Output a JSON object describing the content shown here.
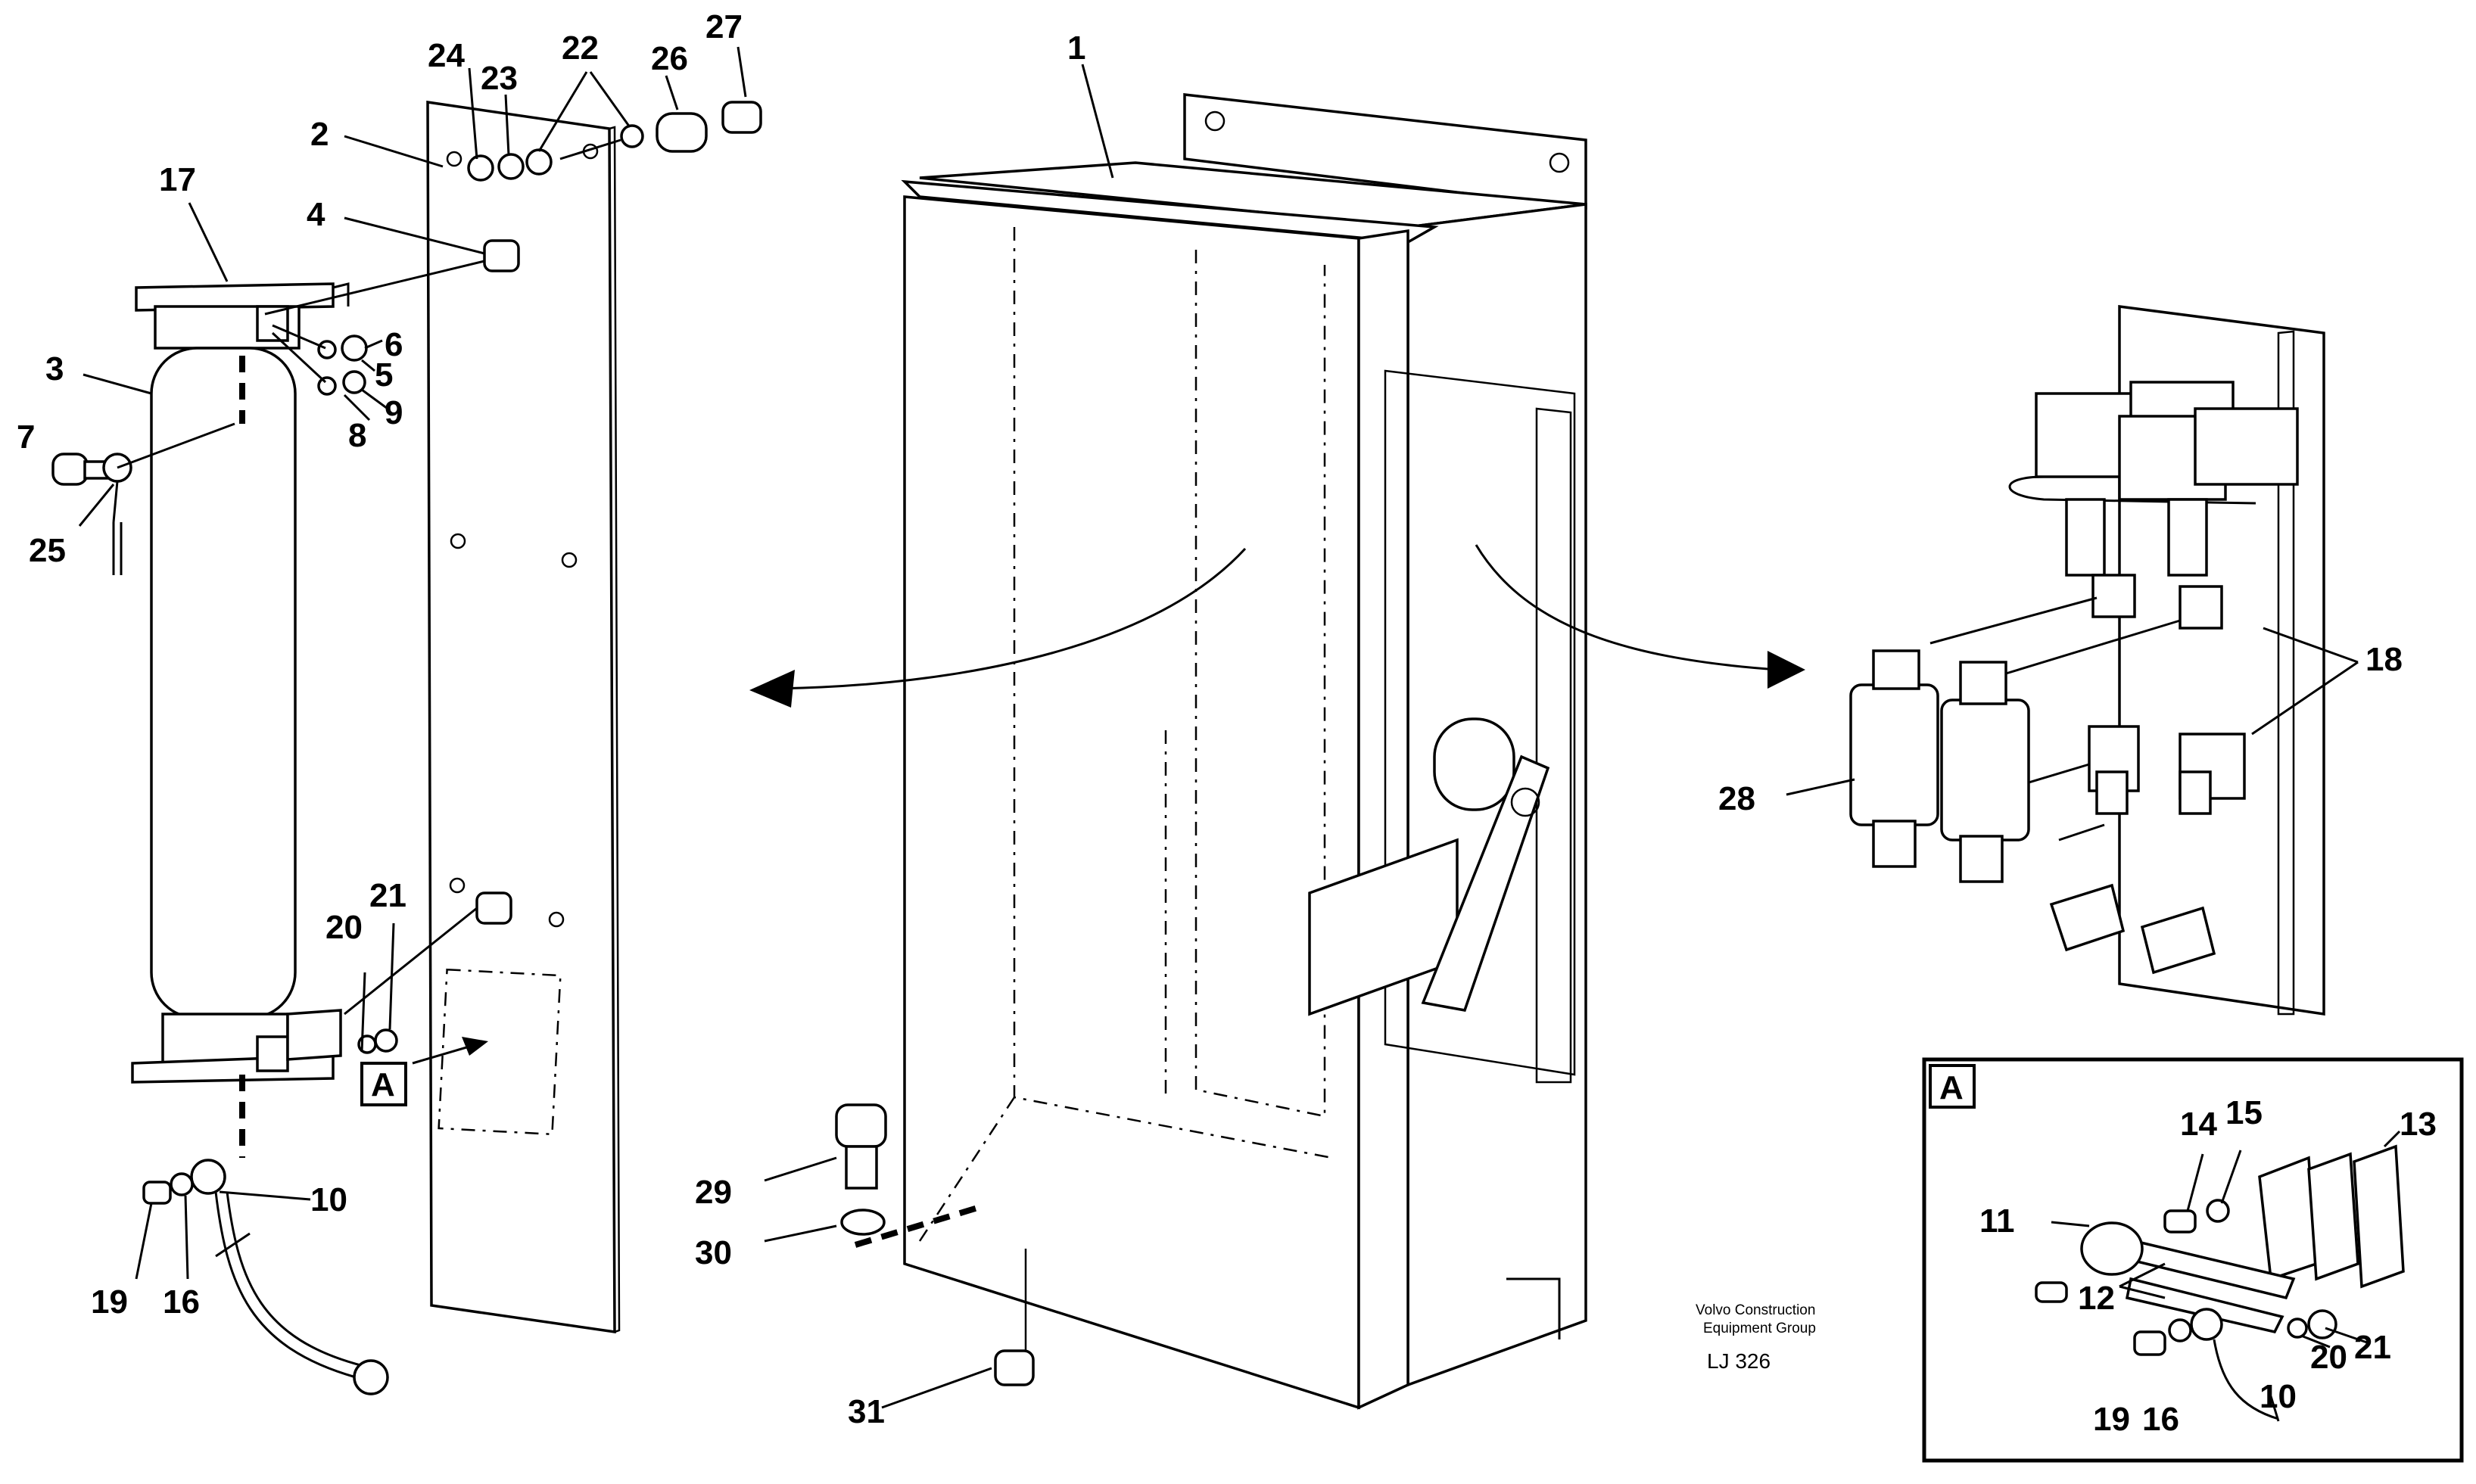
{
  "callouts": {
    "c1": "1",
    "c2": "2",
    "c3": "3",
    "c4": "4",
    "c5": "5",
    "c6": "6",
    "c7": "7",
    "c8": "8",
    "c9": "9",
    "c10": "10",
    "c10b": "10",
    "c11": "11",
    "c12": "12",
    "c13": "13",
    "c14": "14",
    "c15": "15",
    "c16": "16",
    "c16b": "16",
    "c17": "17",
    "c18": "18",
    "c19": "19",
    "c19b": "19",
    "c20": "20",
    "c20b": "20",
    "c21": "21",
    "c21b": "21",
    "c22": "22",
    "c23": "23",
    "c24": "24",
    "c25": "25",
    "c26": "26",
    "c27": "27",
    "c28": "28",
    "c29": "29",
    "c30": "30",
    "c31": "31"
  },
  "detail_marker": "A",
  "detail_box_label": "A",
  "credit": {
    "line1": "Volvo Construction",
    "line2": "Equipment Group",
    "code": "LJ 326"
  }
}
